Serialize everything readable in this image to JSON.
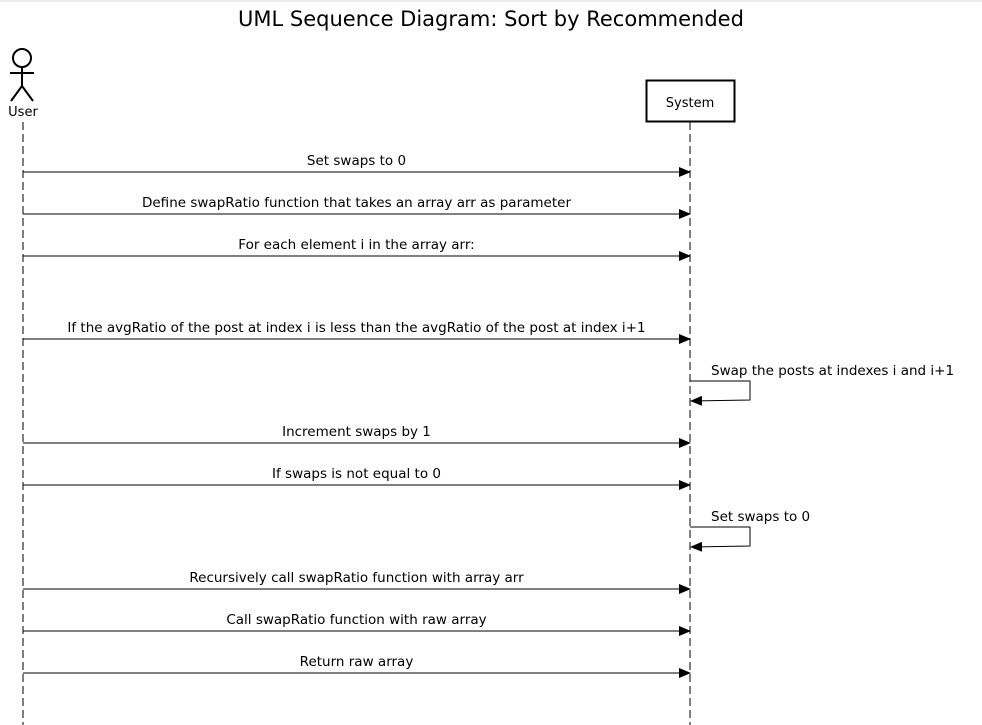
{
  "title": "UML Sequence Diagram: Sort by Recommended",
  "participants": [
    {
      "id": "user",
      "label": "User",
      "kind": "actor-icon"
    },
    {
      "id": "system",
      "label": "System",
      "kind": "box"
    }
  ],
  "messages": [
    {
      "from": "user",
      "to": "system",
      "label": "Set swaps to 0"
    },
    {
      "from": "user",
      "to": "system",
      "label": "Define swapRatio function that takes an array arr as parameter"
    },
    {
      "from": "user",
      "to": "system",
      "label": "For each element i in the array arr:"
    },
    {
      "from": "user",
      "to": "system",
      "label": "If the avgRatio of the post at index i is less than the avgRatio of the post at index i+1"
    },
    {
      "from": "system",
      "to": "system",
      "label": "Swap the posts at indexes i and i+1"
    },
    {
      "from": "user",
      "to": "system",
      "label": "Increment swaps by 1"
    },
    {
      "from": "user",
      "to": "system",
      "label": "If swaps is not equal to 0"
    },
    {
      "from": "system",
      "to": "system",
      "label": "Set swaps to 0"
    },
    {
      "from": "user",
      "to": "system",
      "label": "Recursively call swapRatio function with array arr"
    },
    {
      "from": "user",
      "to": "system",
      "label": "Call swapRatio function with raw array"
    },
    {
      "from": "user",
      "to": "system",
      "label": "Return raw array"
    }
  ]
}
